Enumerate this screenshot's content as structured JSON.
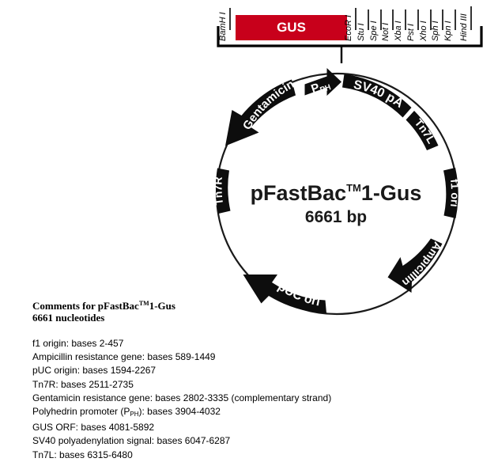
{
  "diagram": {
    "type": "plasmid-map",
    "plasmid_name": "pFastBac",
    "plasmid_name_tm": "TM",
    "plasmid_name_suffix": "1-Gus",
    "plasmid_size": "6661 bp"
  },
  "mcs": {
    "insert_label": "GUS",
    "insert_color": "#C8001B",
    "left_enzyme": "BamH I",
    "right_enzymes": [
      "EcoR I",
      "Stu I",
      "Spe I",
      "Not I",
      "Xba I",
      "Pst I",
      "Xho I",
      "Sph I",
      "Kpn I",
      "Hind III"
    ]
  },
  "features": [
    {
      "label": "P",
      "sub": "PH",
      "shape": "arrow"
    },
    {
      "label": "SV40 pA",
      "shape": "box"
    },
    {
      "label": "Tn7L",
      "shape": "box"
    },
    {
      "label": "f1 ori",
      "shape": "box"
    },
    {
      "label": "Ampicillin",
      "shape": "arrow"
    },
    {
      "label": "pUC ori",
      "shape": "arrow"
    },
    {
      "label": "Tn7R",
      "shape": "box"
    },
    {
      "label": "Gentamicin",
      "shape": "arrow"
    }
  ],
  "comments": {
    "heading_line1_a": "Comments for pFastBac",
    "heading_line1_tm": "TM",
    "heading_line1_b": "1-Gus",
    "heading_line2": "6661 nucleotides",
    "lines": [
      "f1 origin: bases 2-457",
      "Ampicillin resistance gene: bases 589-1449",
      "pUC origin: bases 1594-2267",
      "Tn7R: bases 2511-2735",
      "Gentamicin resistance gene: bases 2802-3335 (complementary strand)",
      "GUS ORF: bases 4081-5892",
      "SV40 polyadenylation signal: bases 6047-6287",
      "Tn7L: bases 6315-6480"
    ],
    "polyhedrin_prefix": "Polyhedrin promoter (P",
    "polyhedrin_sub": "PH",
    "polyhedrin_suffix": "): bases 3904-4032",
    "polyhedrin_index": 5
  }
}
